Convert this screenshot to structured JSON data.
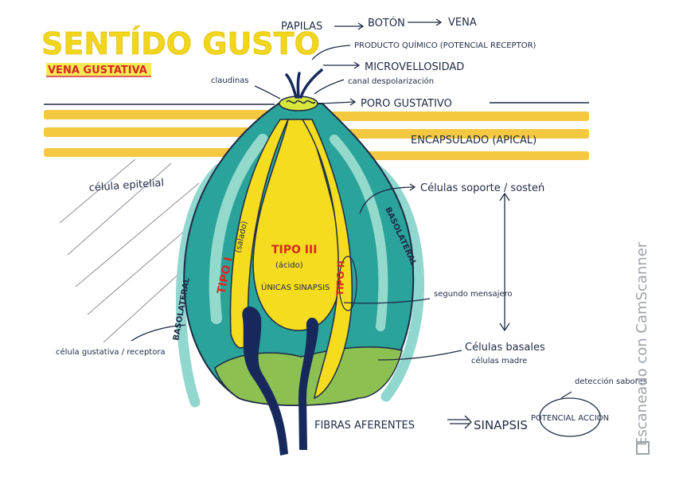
{
  "colors": {
    "yellow": "#f5dc1f",
    "band": "#f5c842",
    "teal_dark": "#2aa39a",
    "teal_light": "#8fd7cf",
    "green": "#8cc152",
    "navy": "#16285c",
    "ink": "#1f2a44",
    "red": "#d62a20"
  },
  "title": "SENTÍDO GUSTO",
  "subtitle": "VENA GUSTATIVA",
  "flow": {
    "papilas": "PAPILAS",
    "boton": "BOTÓN",
    "vena": "VENA"
  },
  "producto_quimico": "PRODUCTO QUÍMICO (POTENCIAL RECEPTOR)",
  "microvellosidad": "MICROVELLOSIDAD",
  "claudinas": "claudinas",
  "canal_despolarizacion": "canal despolarización",
  "poro_gustativo": "PORO GUSTATIVO",
  "encapsulado": "ENCAPSULADO (APICAL)",
  "celula_epitelial": "célula epitelial",
  "celulas_soporte": "Células soporte / sosteń",
  "basolateral_left": "BASOLATERAL",
  "basolateral_right": "BASOLATERAL",
  "tipo_i": "TIPO I",
  "tipo_i_note": "(salado)",
  "tipo_iii": "TIPO III",
  "tipo_iii_note": "(ácido)",
  "unicas_sinapsis": "ÚNICAS SINAPSIS",
  "tipo_ii": "TIPO II",
  "segundo_mensajero": "segundo mensajero",
  "celula_gustativa": "célula gustativa / receptora",
  "celulas_basales": "Células basales",
  "celulas_madre": "células madre",
  "deteccion_sabores": "detección sabores",
  "fibras_aferentes": "FIBRAS AFERENTES",
  "sinapsis": "SINAPSIS",
  "potencial_accion": "POTENCIAL ACCIÓN",
  "watermark": "Escaneado con CamScanner"
}
